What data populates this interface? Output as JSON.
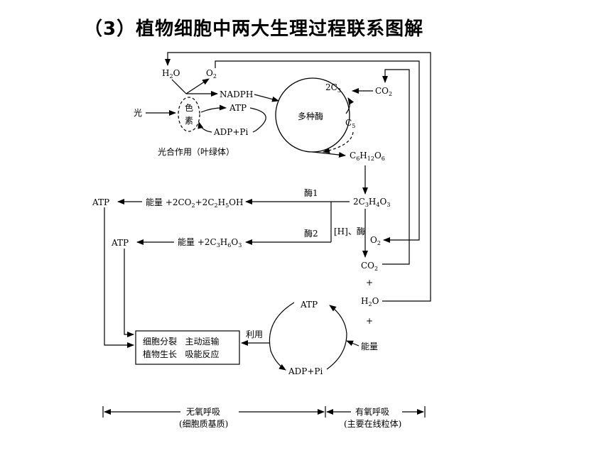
{
  "title": "（3）植物细胞中两大生理过程联系图解",
  "diagram": {
    "photosynthesis": {
      "h2o": "H",
      "h2o_sub": "2",
      "h2o_o": "O",
      "o2": "O",
      "o2_sub": "2",
      "light": "光",
      "pigment_1": "色",
      "pigment_2": "素",
      "nadph": "NADPH",
      "atp": "ATP",
      "adp_pi": "ADP+Pi",
      "enzymes": "多种酶",
      "c3": "2C",
      "c3_sub": "3",
      "co2": "CO",
      "co2_sub": "2",
      "c5": "C",
      "c5_sub": "5",
      "glucose": [
        "C",
        "6",
        "H",
        "12",
        "O",
        "6"
      ],
      "site": "光合作用（叶绿体）"
    },
    "respiration": {
      "pyruvate": [
        "2C",
        "3",
        "H",
        "4",
        "O",
        "3"
      ],
      "enzyme1": "酶1",
      "enzyme2": "酶2",
      "alcohol_products": [
        "能量 +2CO",
        "2",
        "+2C",
        "2",
        "H",
        "5",
        "OH"
      ],
      "lactic_products": [
        "能量 +2C",
        "3",
        "H",
        "6",
        "O",
        "3"
      ],
      "atp_1": "ATP",
      "atp_2": "ATP",
      "h_enzyme": "[H]、酶",
      "o2": "O",
      "o2_sub": "2",
      "co2": "CO",
      "co2_sub": "2",
      "plus_1": "+",
      "h2o": "H",
      "h2o_sub": "2",
      "h2o_o": "O",
      "plus_2": "+",
      "energy": "能量"
    },
    "atp_cycle": {
      "atp": "ATP",
      "adp_pi": "ADP+Pi",
      "use": "利用",
      "uses_line1": "细胞分裂   主动运输",
      "uses_line2": "植物生长   吸能反应"
    },
    "scale": {
      "anaerobic": "无氧呼吸",
      "anaerobic_site": "(细胞质基质)",
      "aerobic": "有氧呼吸",
      "aerobic_site": "(主要在线粒体)"
    }
  }
}
